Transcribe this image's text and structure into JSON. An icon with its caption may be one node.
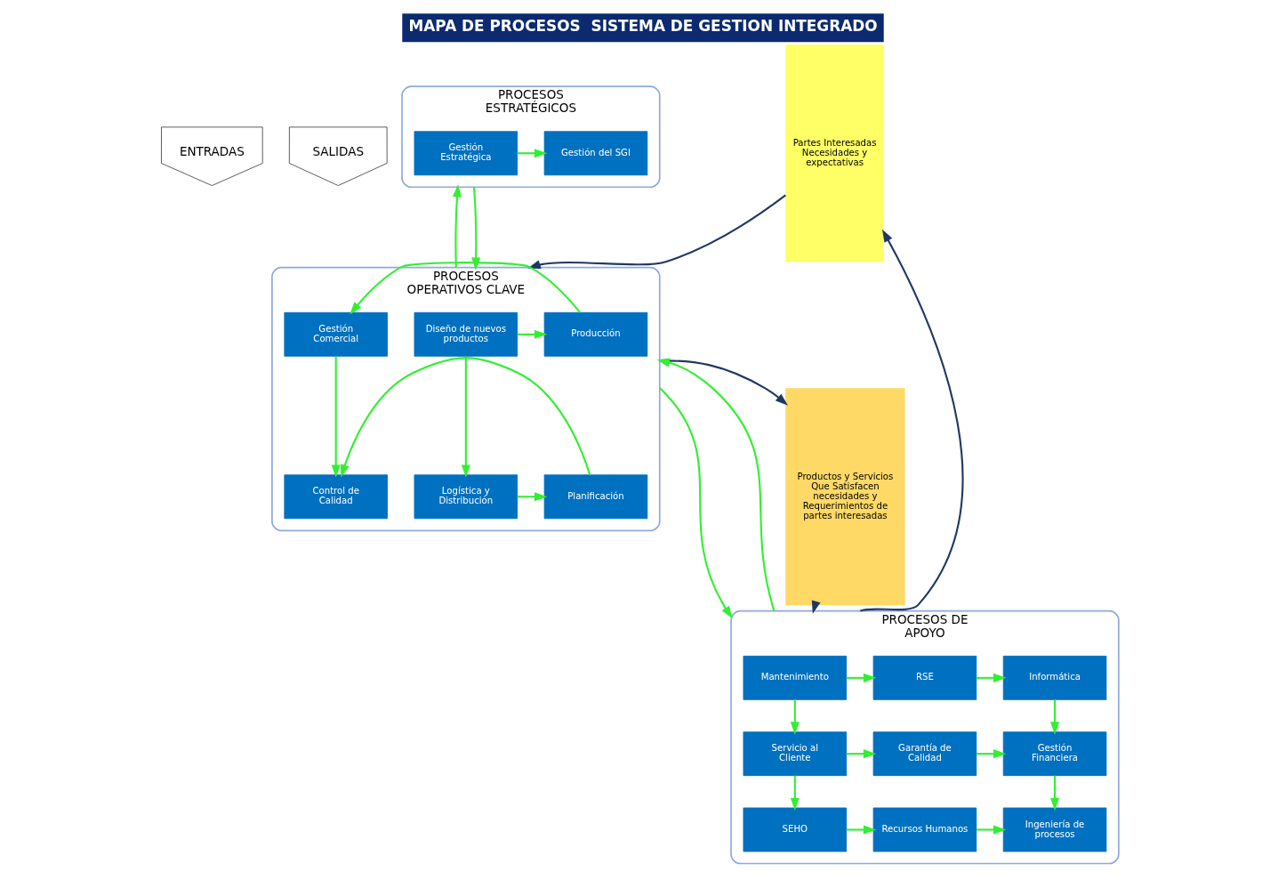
{
  "diagram": {
    "title": "MAPA DE PROCESOS  SISTEMA DE GESTION INTEGRADO",
    "nodes": [
      {
        "text": [
          "ENTRADAS"
        ]
      },
      {
        "text": [
          "SALIDAS"
        ]
      },
      {
        "text": [
          "Partes Interesadas Necesidades y expectativas"
        ]
      },
      {
        "text": [
          "Productos y Servicios Que Satisfacen necesidades y Requerimientos de partes interesadas"
        ]
      },
      {
        "text": [
          "PROCESOS ESTRATÉGICOS"
        ]
      },
      {
        "text": [
          "Gestión Estratégica"
        ],
        "in": 4
      },
      {
        "text": [
          "Gestión del SGI"
        ],
        "in": 4
      },
      {
        "text": [
          "PROCESOS OPERATIVOS CLAVE"
        ]
      },
      {
        "text": [
          "Diseño de nuevos productos"
        ],
        "in": 7
      },
      {
        "text": [
          "Producción"
        ],
        "in": 7
      },
      {
        "text": [
          "Gestión Comercial"
        ],
        "in": 7
      },
      {
        "text": [
          "Logística y Distribución"
        ],
        "in": 7
      },
      {
        "text": [
          "Planificación"
        ],
        "in": 7
      },
      {
        "text": [
          "Control de Calidad"
        ],
        "in": 7
      },
      {
        "text": [
          "PROCESOS DE APOYO"
        ]
      },
      {
        "text": [
          "Mantenimiento"
        ],
        "in": 14
      },
      {
        "text": [
          "RSE"
        ],
        "in": 14
      },
      {
        "text": [
          "Informática"
        ],
        "in": 14
      },
      {
        "text": [
          "Servicio al Cliente"
        ],
        "in": 14
      },
      {
        "text": [
          "Garantía de Calidad"
        ],
        "in": 14
      },
      {
        "text": [
          "Gestión Financiera"
        ],
        "in": 14
      },
      {
        "text": [
          "SEHO"
        ],
        "in": 14
      },
      {
        "text": [
          "Recursos Humanos"
        ],
        "in": 14
      },
      {
        "text": [
          "Ingeniería de procesos"
        ],
        "in": 14
      }
    ],
    "edges": [
      {
        "from": 5,
        "to": 6,
        "arrow": "to"
      },
      {
        "from": 4,
        "to": 7,
        "arrow": "to"
      },
      {
        "from": 7,
        "to": 4,
        "arrow": "to"
      },
      {
        "from": 8,
        "to": 9,
        "arrow": "to"
      },
      {
        "from": 9,
        "to": 10,
        "arrow": "to"
      },
      {
        "from": 8,
        "to": 11,
        "arrow": "to"
      },
      {
        "from": 10,
        "to": 13,
        "arrow": "to"
      },
      {
        "from": 11,
        "to": 12,
        "arrow": "to"
      },
      {
        "from": 12,
        "to": 13,
        "arrow": "to"
      },
      {
        "from": 7,
        "to": 14,
        "arrow": "to"
      },
      {
        "from": 14,
        "to": 7,
        "arrow": "to"
      },
      {
        "from": 15,
        "to": 16,
        "arrow": "to"
      },
      {
        "from": 16,
        "to": 17,
        "arrow": "to"
      },
      {
        "from": 15,
        "to": 18,
        "arrow": "to"
      },
      {
        "from": 17,
        "to": 20,
        "arrow": "to"
      },
      {
        "from": 18,
        "to": 19,
        "arrow": "to"
      },
      {
        "from": 19,
        "to": 20,
        "arrow": "to"
      },
      {
        "from": 18,
        "to": 21,
        "arrow": "to"
      },
      {
        "from": 20,
        "to": 23,
        "arrow": "to"
      },
      {
        "from": 21,
        "to": 22,
        "arrow": "to"
      },
      {
        "from": 22,
        "to": 23,
        "arrow": "to"
      },
      {
        "from": 2,
        "to": 7,
        "arrow": "to",
        "color": "#1f3864"
      },
      {
        "from": 7,
        "to": 3,
        "arrow": "to",
        "color": "#1f3864"
      },
      {
        "from": 3,
        "to": 14,
        "arrow": "to",
        "color": "#1f3864"
      },
      {
        "from": 14,
        "to": 2,
        "arrow": "to",
        "color": "#1f3864"
      }
    ]
  }
}
